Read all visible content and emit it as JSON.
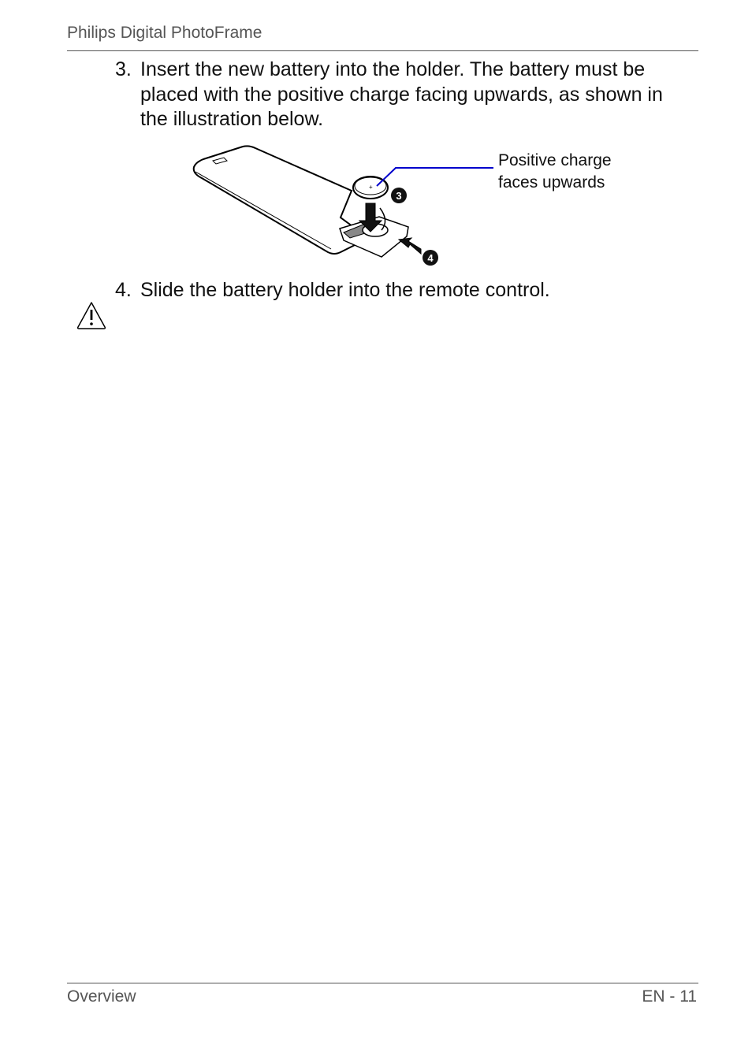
{
  "header": {
    "title": "Philips Digital PhotoFrame"
  },
  "steps": [
    {
      "number": "3.",
      "text": "Insert the new battery into the holder. The battery must be placed with the positive charge facing upwards, as shown in the illustration below."
    },
    {
      "number": "4.",
      "text": "Slide the battery holder into the remote control."
    }
  ],
  "illustration": {
    "callout_text": "Positive charge\nfaces upwards",
    "callout_color": "#0000cc",
    "badges": [
      "3",
      "4"
    ],
    "battery_symbol": "+"
  },
  "icons": {
    "warning": "warning-triangle-icon"
  },
  "footer": {
    "section": "Overview",
    "page": "EN - 11"
  }
}
